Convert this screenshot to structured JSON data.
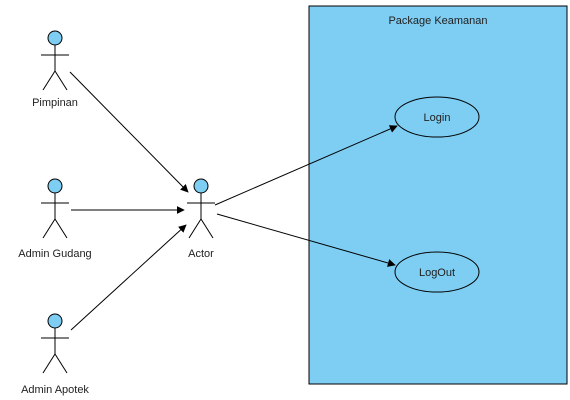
{
  "package": {
    "title": "Package Keamanan",
    "fill_color": "#7ecdf2",
    "border_color": "#000000"
  },
  "actors": {
    "pimpinan": "Pimpinan",
    "admin_gudang": "Admin Gudang",
    "admin_apotek": "Admin Apotek",
    "actor": "Actor"
  },
  "use_cases": {
    "login": "Login",
    "logout": "LogOut"
  },
  "colors": {
    "actor_head": "#7ecdf2",
    "use_case_fill": "#7ecdf2"
  }
}
